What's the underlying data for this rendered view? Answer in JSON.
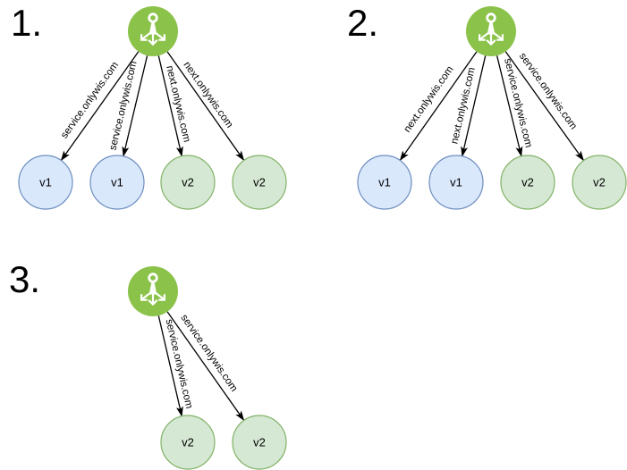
{
  "colors": {
    "background": "#ffffff",
    "edge": "#000000",
    "text": "#000000",
    "ingress_fill": "#8bc34a",
    "ingress_icon": "#ffffff",
    "v1_fill": "#dae8fc",
    "v1_stroke": "#6c8ebf",
    "v2_fill": "#d5e8d4",
    "v2_stroke": "#82b366"
  },
  "icons": {
    "ingress": "ingress-gateway-icon"
  },
  "diagrams": [
    {
      "number": "1.",
      "edges": [
        {
          "label": "service.onlywis.com",
          "target": "v1"
        },
        {
          "label": "service.onlywis.com",
          "target": "v1"
        },
        {
          "label": "next.onlywis.com",
          "target": "v2"
        },
        {
          "label": "next.onlywis.com",
          "target": "v2"
        }
      ],
      "nodes": [
        {
          "label": "v1",
          "variant": "v1"
        },
        {
          "label": "v1",
          "variant": "v1"
        },
        {
          "label": "v2",
          "variant": "v2"
        },
        {
          "label": "v2",
          "variant": "v2"
        }
      ]
    },
    {
      "number": "2.",
      "edges": [
        {
          "label": "next.onlywis.com",
          "target": "v1"
        },
        {
          "label": "next.onlywis.com",
          "target": "v1"
        },
        {
          "label": "service.onlywis.com",
          "target": "v2"
        },
        {
          "label": "service.onlywis.com",
          "target": "v2"
        }
      ],
      "nodes": [
        {
          "label": "v1",
          "variant": "v1"
        },
        {
          "label": "v1",
          "variant": "v1"
        },
        {
          "label": "v2",
          "variant": "v2"
        },
        {
          "label": "v2",
          "variant": "v2"
        }
      ]
    },
    {
      "number": "3.",
      "edges": [
        {
          "label": "service.onlywis.com",
          "target": "v2"
        },
        {
          "label": "service.onlywis.com",
          "target": "v2"
        }
      ],
      "nodes": [
        {
          "label": "v2",
          "variant": "v2"
        },
        {
          "label": "v2",
          "variant": "v2"
        }
      ]
    }
  ]
}
